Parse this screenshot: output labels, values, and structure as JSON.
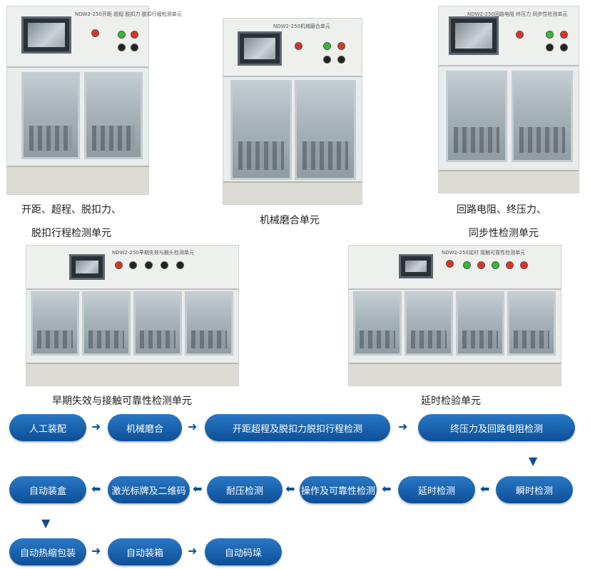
{
  "photos": [
    {
      "plate": "NDW2-250开距 超程 脱扣力 脱扣行程检测单元",
      "caption_lines": [
        "开距、超程、脱扣力、",
        "脱扣行程检测单元"
      ]
    },
    {
      "plate": "NDW2-250机械磨合单元",
      "caption_lines": [
        "机械磨合单元"
      ]
    },
    {
      "plate": "NDW2-250回路电阻 终压力 同步性检测单元",
      "caption_lines": [
        "回路电阻、终压力、",
        "同步性检测单元"
      ]
    },
    {
      "plate": "NDW2-250早期失效与触头检测单元",
      "caption_lines": [
        "早期失效与接触可靠性检测单元"
      ]
    },
    {
      "plate": "NDW2-250延时 接触可靠性检测单元",
      "caption_lines": [
        "延时检验单元"
      ]
    }
  ],
  "flow": {
    "row1": [
      "人工装配",
      "机械磨合",
      "开距超程及脱扣力脱扣行程检测",
      "终压力及回路电阻检测"
    ],
    "row2": [
      "自动装盒",
      "激光标牌及二维码",
      "耐压检测",
      "操作及可靠性检测",
      "延时检测",
      "瞬时检测"
    ],
    "row3": [
      "自动热缩包装",
      "自动装箱",
      "自动码垛"
    ]
  },
  "colors": {
    "step_top": "#2a78c6",
    "step_bottom": "#0c4f97",
    "arrow": "#0d4f96"
  }
}
